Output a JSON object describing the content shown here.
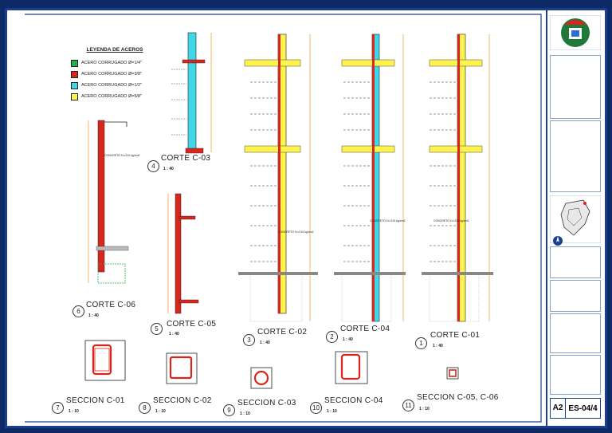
{
  "legend": {
    "title": "LEYENDA DE ACEROS",
    "items": [
      {
        "label": "ACERO CORRUGADO Ø=1/4\"",
        "color": "#22b14c"
      },
      {
        "label": "ACERO CORRUGADO Ø=3/8\"",
        "color": "#d9261c"
      },
      {
        "label": "ACERO CORRUGADO Ø=1/2\"",
        "color": "#41d6e8"
      },
      {
        "label": "ACERO CORRUGADO Ø=5/8\"",
        "color": "#fff34d"
      }
    ]
  },
  "cortes": [
    {
      "num": "1",
      "title": "CORTE C-01",
      "scale": "1 : 40"
    },
    {
      "num": "2",
      "title": "CORTE C-04",
      "scale": "1 : 40"
    },
    {
      "num": "3",
      "title": "CORTE C-02",
      "scale": "1 : 40"
    },
    {
      "num": "4",
      "title": "CORTE C-03",
      "scale": "1 : 40"
    },
    {
      "num": "5",
      "title": "CORTE C-05",
      "scale": "1 : 40"
    },
    {
      "num": "6",
      "title": "CORTE C-06",
      "scale": "1 : 40"
    }
  ],
  "secciones": [
    {
      "num": "7",
      "title": "SECCION C-01",
      "scale": "1 : 10"
    },
    {
      "num": "8",
      "title": "SECCION C-02",
      "scale": "1 : 10"
    },
    {
      "num": "9",
      "title": "SECCION C-03",
      "scale": "1 : 10"
    },
    {
      "num": "10",
      "title": "SECCION C-04",
      "scale": "1 : 10"
    },
    {
      "num": "11",
      "title": "SECCION C-05, C-06",
      "scale": "1 : 10"
    }
  ],
  "concrete_note": "CONCRETO f'c=210 kg/cm2",
  "title_block": {
    "sheet_size": "A2",
    "sheet_code": "ES-04/4"
  },
  "colors": {
    "frame": "#1b3f8f",
    "red_bar": "#d9261c",
    "cyan_bar": "#41d6e8",
    "yellow_bar": "#fff34d",
    "dimension": "#e08a00"
  }
}
